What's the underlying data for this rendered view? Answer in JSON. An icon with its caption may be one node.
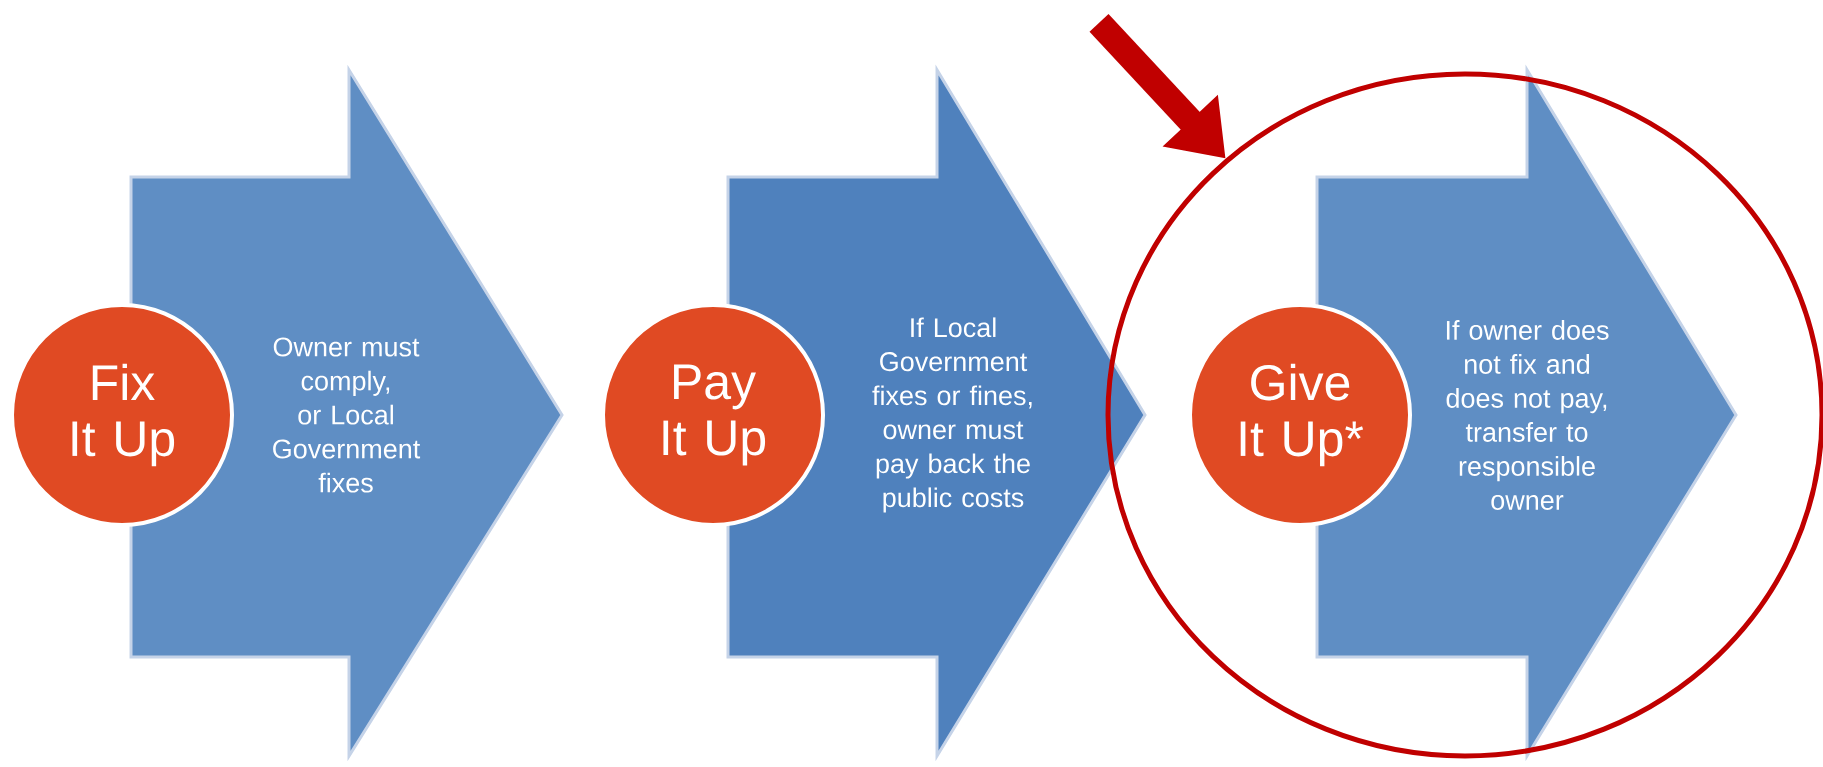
{
  "diagram": {
    "nodes": [
      {
        "text": [
          "Fix It Up"
        ]
      },
      {
        "text": [
          "Owner must comply, or Local Government fixes"
        ]
      },
      {
        "text": [
          "Pay It Up"
        ]
      },
      {
        "text": [
          "If Local Government fixes or fines, owner must pay back the public costs"
        ]
      },
      {
        "text": [],
        "shape": "circle"
      },
      {
        "text": [
          "Give It Up*"
        ],
        "in": 4
      },
      {
        "text": [
          "If owner does not fix and does not pay, transfer to responsible owner"
        ],
        "in": 4
      }
    ],
    "edges": [
      {
        "from": null,
        "to": 4,
        "arrow": "to",
        "color": "#c00000"
      }
    ]
  }
}
